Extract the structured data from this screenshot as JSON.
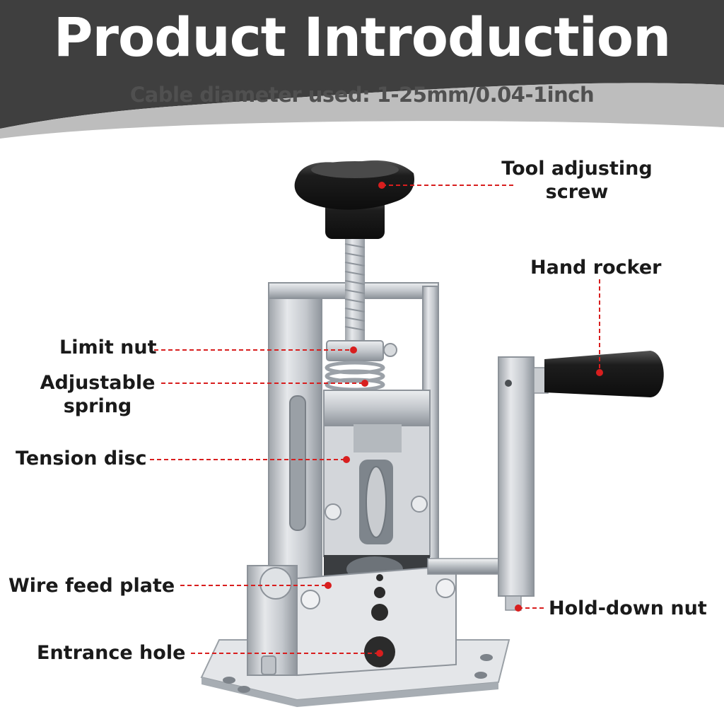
{
  "header": {
    "title": "Product Introduction",
    "subtitle": "Cable diameter used: 1-25mm/0.04-1inch"
  },
  "labels": {
    "tool_adjusting_screw_1": "Tool adjusting",
    "tool_adjusting_screw_2": "screw",
    "hand_rocker": "Hand rocker",
    "limit_nut": "Limit nut",
    "adjustable_spring_1": "Adjustable",
    "adjustable_spring_2": "spring",
    "tension_disc": "Tension disc",
    "wire_feed_plate": "Wire feed plate",
    "hold_down_nut": "Hold-down nut",
    "entrance_hole": "Entrance hole"
  },
  "colors": {
    "header_dark": "#3f3f3f",
    "header_wave": "#b9b9b9",
    "leader_line": "#d81e1e",
    "steel": "#c9ccd0",
    "knob": "#1c1c1c"
  }
}
